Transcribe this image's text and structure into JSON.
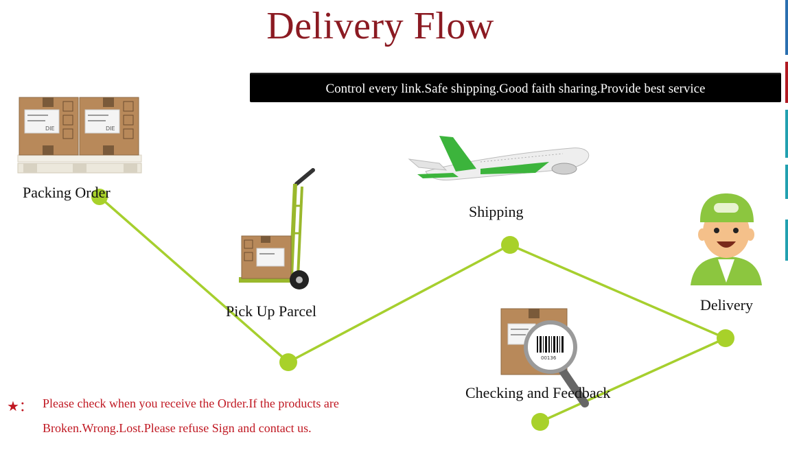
{
  "title": "Delivery Flow",
  "banner": "Control every link.Safe shipping.Good faith sharing.Provide best service",
  "steps": [
    {
      "label": "Packing Order"
    },
    {
      "label": "Pick Up Parcel"
    },
    {
      "label": "Shipping"
    },
    {
      "label": "Checking and Feedback"
    },
    {
      "label": "Delivery"
    }
  ],
  "note": {
    "marker": "★：",
    "line1": "Please check when you receive the Order.If the products are",
    "line2": "Broken.Wrong.Lost.Please refuse Sign and contact us."
  },
  "icons": {
    "packing": "boxes-on-pallet-icon",
    "pickup": "hand-truck-icon",
    "shipping": "airplane-icon",
    "checking": "magnifier-barcode-icon",
    "delivery": "courier-person-icon"
  },
  "colors": {
    "title": "#8b1a22",
    "flow_line": "#9acd32",
    "node": "#a8d12a",
    "note_text": "#c01822",
    "banner_bg": "#000000",
    "box": "#b8895a",
    "plane_green": "#3cb43c"
  },
  "barcode_number": "00136"
}
